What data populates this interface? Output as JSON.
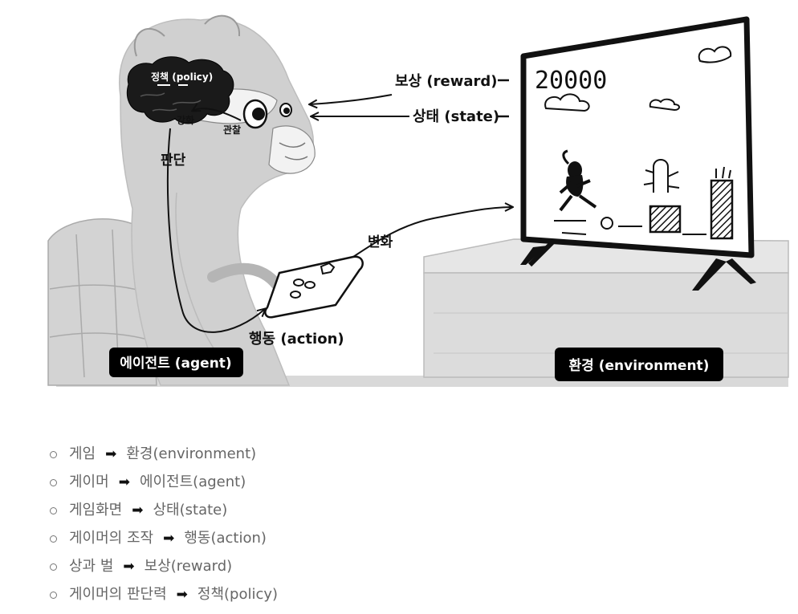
{
  "diagram": {
    "policy_label": "정책 (policy)",
    "reinforce_label": "강화",
    "observe_label": "관찰",
    "judge_label": "판단",
    "reward_label": "보상 (reward)",
    "state_label": "상태 (state)",
    "change_label": "변화",
    "action_label": "행동 (action)",
    "agent_label": "에이전트 (agent)",
    "environment_label": "환경 (environment)",
    "score": "20000"
  },
  "mapping": [
    {
      "from": "게임",
      "to": "환경(environment)"
    },
    {
      "from": "게이머",
      "to": "에이전트(agent)"
    },
    {
      "from": "게임화면",
      "to": "상태(state)"
    },
    {
      "from": "게이머의 조작",
      "to": "행동(action)"
    },
    {
      "from": "상과 벌",
      "to": "보상(reward)"
    },
    {
      "from": "게이머의 판단력",
      "to": "정책(policy)"
    }
  ],
  "icons": {
    "bullet": "circle-bullet-icon",
    "arrow": "right-arrow-icon"
  }
}
